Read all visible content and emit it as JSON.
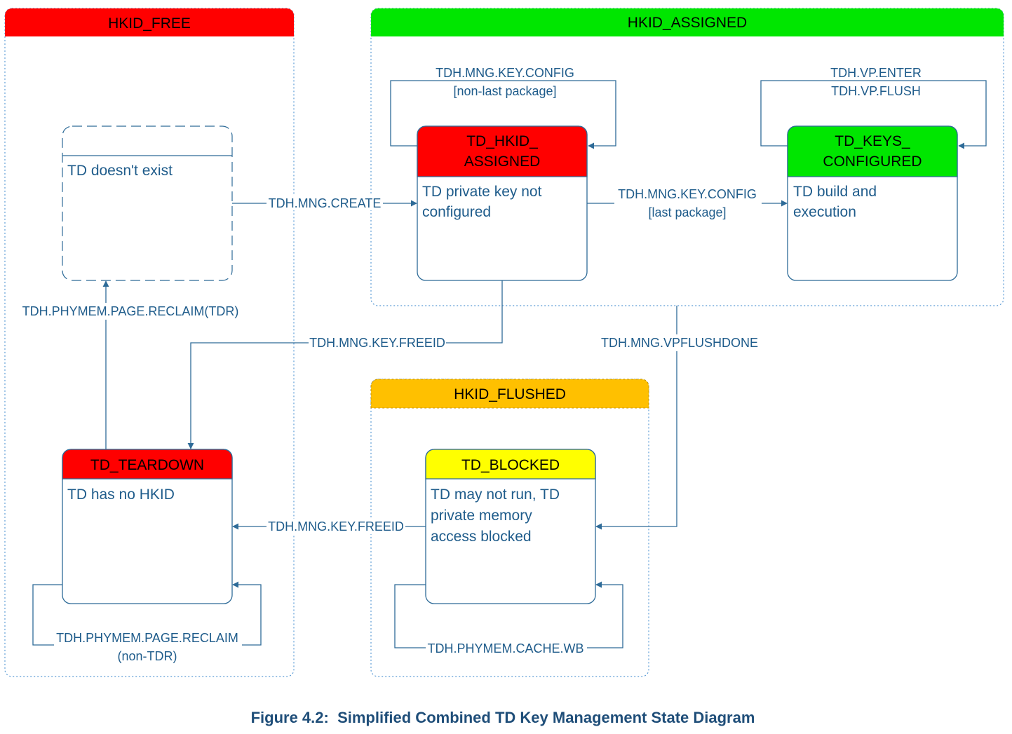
{
  "colors": {
    "red": "#ff0000",
    "green": "#00e600",
    "orange": "#ffc000",
    "yellow": "#ffff00",
    "line": "#2e6b98",
    "text": "#1f5c8b"
  },
  "groups": {
    "hkid_free": "HKID_FREE",
    "hkid_assigned": "HKID_ASSIGNED",
    "hkid_flushed": "HKID_FLUSHED"
  },
  "states": {
    "nonexistent": {
      "line1": "TD doesn't exist"
    },
    "hkid_assigned": {
      "title1": "TD_HKID_",
      "title2": "ASSIGNED",
      "line1": "TD private key not",
      "line2": "configured"
    },
    "keys_configured": {
      "title1": "TD_KEYS_",
      "title2": "CONFIGURED",
      "line1": "TD build and",
      "line2": "execution"
    },
    "teardown": {
      "title": "TD_TEARDOWN",
      "line1": "TD has no HKID"
    },
    "blocked": {
      "title": "TD_BLOCKED",
      "line1": "TD may not run, TD",
      "line2": "private memory",
      "line3": "access blocked"
    }
  },
  "transitions": {
    "key_config_nonlast_1": "TDH.MNG.KEY.CONFIG",
    "key_config_nonlast_2": "[non-last package]",
    "vp_enter": "TDH.VP.ENTER",
    "vp_flush": "TDH.VP.FLUSH",
    "mng_create": "TDH.MNG.CREATE",
    "key_config_last_1": "TDH.MNG.KEY.CONFIG",
    "key_config_last_2": "[last package]",
    "page_reclaim_tdr": "TDH.PHYMEM.PAGE.RECLAIM(TDR)",
    "key_freeid_top": "TDH.MNG.KEY.FREEID",
    "vpflushdone": "TDH.MNG.VPFLUSHDONE",
    "key_freeid_bottom": "TDH.MNG.KEY.FREEID",
    "page_reclaim_1": "TDH.PHYMEM.PAGE.RECLAIM",
    "page_reclaim_2": "(non-TDR)",
    "cache_wb": "TDH.PHYMEM.CACHE.WB"
  },
  "caption": "Figure 4.2:  Simplified Combined TD Key Management State Diagram"
}
